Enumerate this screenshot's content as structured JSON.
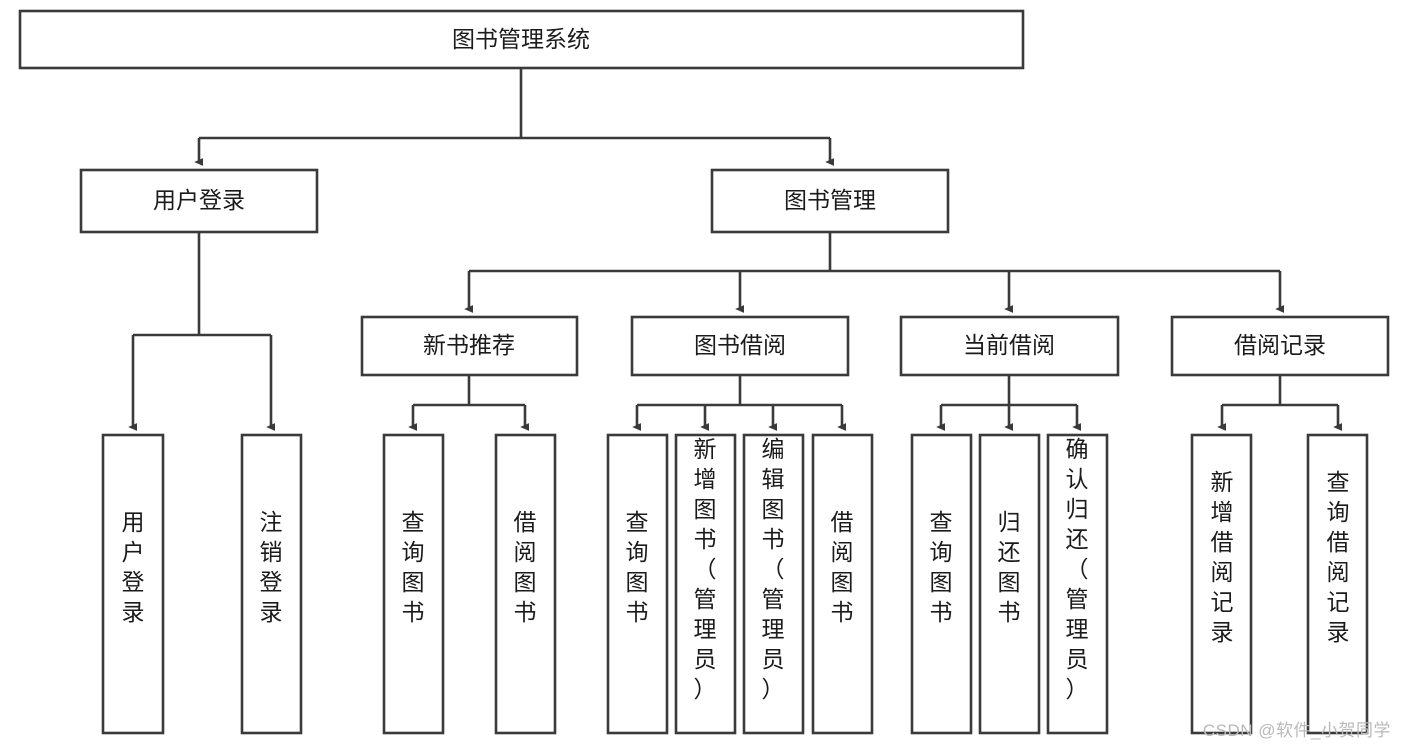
{
  "diagram": {
    "type": "tree-hierarchy-chart",
    "title": "图书管理系统",
    "watermark": "CSDN @软件_小贺同学",
    "colors": {
      "stroke": "#3a3a3a",
      "fill": "#ffffff",
      "text": "#1b1b1b",
      "watermark": "#b9b9b9"
    },
    "levels": {
      "root": {
        "label": "图书管理系统"
      },
      "level2": [
        {
          "label": "用户登录"
        },
        {
          "label": "图书管理"
        }
      ],
      "level3": [
        {
          "label": "新书推荐"
        },
        {
          "label": "图书借阅"
        },
        {
          "label": "当前借阅"
        },
        {
          "label": "借阅记录"
        }
      ],
      "leaves": {
        "user_login": [
          {
            "label": "用户登录"
          },
          {
            "label": "注销登录"
          }
        ],
        "new_book_recommend": [
          {
            "label": "查询图书"
          },
          {
            "label": "借阅图书"
          }
        ],
        "book_borrow": [
          {
            "label": "查询图书"
          },
          {
            "label": "新增图书（管理员）"
          },
          {
            "label": "编辑图书（管理员）"
          },
          {
            "label": "借阅图书"
          }
        ],
        "current_borrow": [
          {
            "label": "查询图书"
          },
          {
            "label": "归还图书"
          },
          {
            "label": "确认归还（管理员）"
          }
        ],
        "borrow_record": [
          {
            "label": "新增借阅记录"
          },
          {
            "label": "查询借阅记录"
          }
        ]
      }
    }
  }
}
